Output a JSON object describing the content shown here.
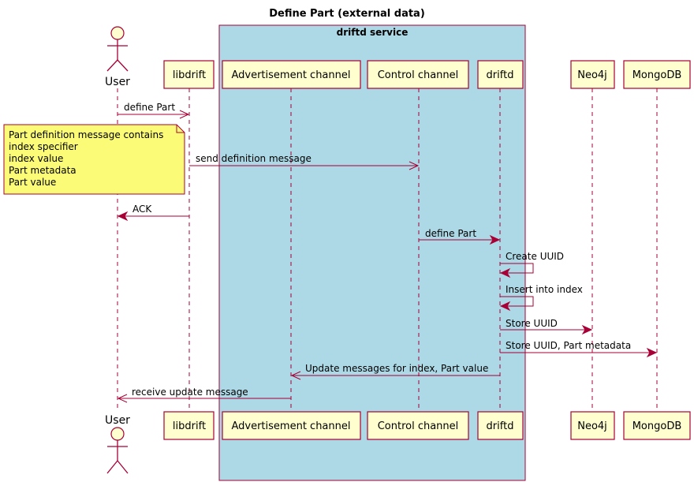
{
  "diagram": {
    "title": "Define Part (external data)",
    "group": {
      "label": "driftd service",
      "color": "#ADD8E6"
    },
    "actor": {
      "label": "User"
    },
    "participants": [
      {
        "id": "libdrift",
        "label": "libdrift"
      },
      {
        "id": "adv",
        "label": "Advertisement channel"
      },
      {
        "id": "ctrl",
        "label": "Control channel"
      },
      {
        "id": "driftd",
        "label": "driftd"
      },
      {
        "id": "neo4j",
        "label": "Neo4j"
      },
      {
        "id": "mongodb",
        "label": "MongoDB"
      }
    ],
    "messages": [
      {
        "from": "user",
        "to": "libdrift",
        "label": "define Part",
        "style": "open"
      },
      {
        "from": "libdrift",
        "to": "ctrl",
        "label": "send definition message",
        "style": "open"
      },
      {
        "from": "libdrift",
        "to": "user",
        "label": "ACK",
        "style": "filled"
      },
      {
        "from": "ctrl",
        "to": "driftd",
        "label": "define Part",
        "style": "filled"
      },
      {
        "from": "driftd",
        "to": "driftd",
        "label": "Create UUID",
        "style": "filled"
      },
      {
        "from": "driftd",
        "to": "driftd",
        "label": "Insert into index",
        "style": "filled"
      },
      {
        "from": "driftd",
        "to": "neo4j",
        "label": "Store UUID",
        "style": "filled"
      },
      {
        "from": "driftd",
        "to": "mongodb",
        "label": "Store UUID, Part metadata",
        "style": "filled"
      },
      {
        "from": "driftd",
        "to": "adv",
        "label": "Update messages for index, Part value",
        "style": "open"
      },
      {
        "from": "adv",
        "to": "user",
        "label": "receive update message",
        "style": "open"
      }
    ],
    "note": {
      "lines": [
        "Part definition message contains",
        "index specifier",
        "index value",
        "Part metadata",
        "Part value"
      ],
      "color": "#FBFB77"
    },
    "colors": {
      "participant_fill": "#FEFECE",
      "border": "#A80036"
    }
  }
}
